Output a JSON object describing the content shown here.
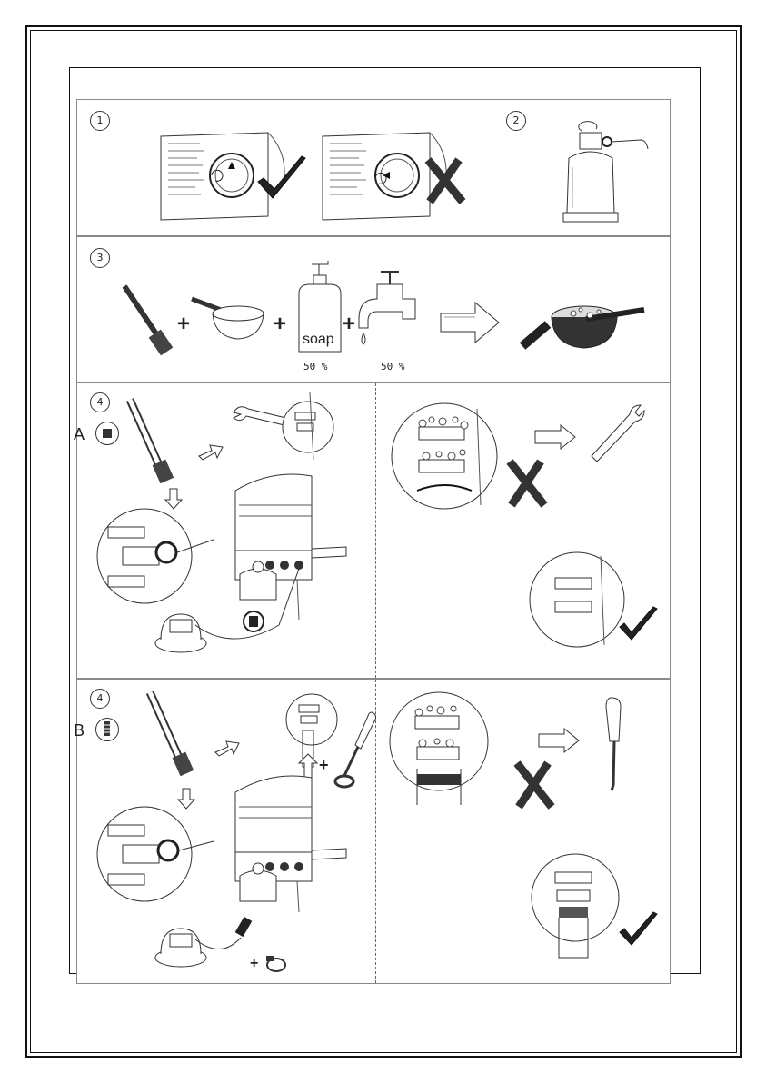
{
  "steps": {
    "s1": "1",
    "s2": "2",
    "s3": "3",
    "s4a": "4",
    "s4b": "4"
  },
  "variants": {
    "a": "A",
    "b": "B"
  },
  "mixture": {
    "bottle_label": "soap",
    "soap_percent": "50 %",
    "water_percent": "50 %"
  },
  "symbols": {
    "plus": "+"
  },
  "icons": [
    "brush-icon",
    "bowl-icon",
    "soap-bottle-icon",
    "tap-icon",
    "arrow-icon",
    "wrench-icon",
    "screwdriver-icon",
    "check-icon",
    "cross-icon",
    "gas-cylinder-icon",
    "grill-icon",
    "regulator-icon"
  ]
}
